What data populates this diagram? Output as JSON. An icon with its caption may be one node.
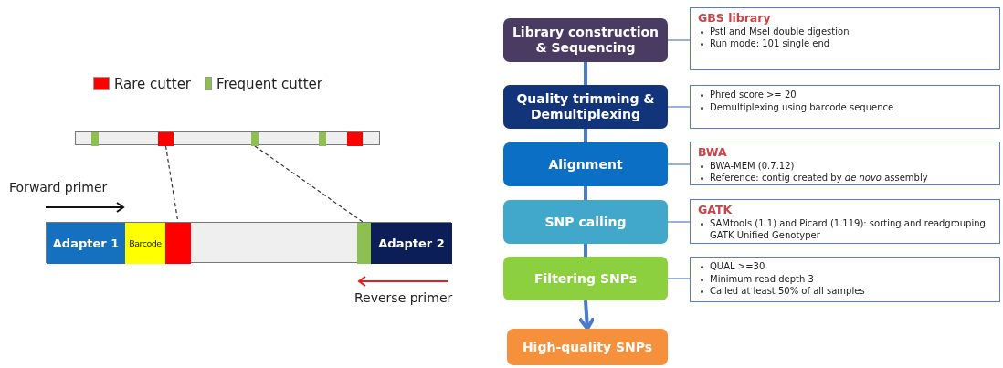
{
  "diagram": {
    "nodes": [
      {
        "text": [],
        "shape": "bar"
      },
      {
        "text": [],
        "shape": "box",
        "in": 0
      },
      {
        "text": [],
        "shape": "box",
        "in": 0
      },
      {
        "text": [],
        "shape": "box",
        "in": 0
      },
      {
        "text": [],
        "shape": "box",
        "in": 0
      },
      {
        "text": [],
        "shape": "box",
        "in": 0
      },
      {
        "text": [],
        "shape": "bar"
      },
      {
        "text": [
          "Adapter 1"
        ],
        "in": 6
      },
      {
        "text": [
          "Barcode"
        ],
        "in": 6
      },
      {
        "text": [],
        "shape": "box",
        "in": 6
      },
      {
        "text": [],
        "shape": "box",
        "in": 6
      },
      {
        "text": [
          "Adapter 2"
        ],
        "in": 6
      },
      {
        "text": [
          "Library construction & Sequencing"
        ]
      },
      {
        "text": [
          "GBS library",
          "PstI and MseI double digestion",
          "Run mode: 101 single end"
        ]
      },
      {
        "text": [
          "Quality trimming & Demultiplexing"
        ]
      },
      {
        "text": [
          "Phred score >= 20",
          "Demultiplexing using barcode sequence"
        ]
      },
      {
        "text": [
          "Alignment"
        ]
      },
      {
        "text": [
          "BWA",
          "BWA-MEM (0.7.12)",
          "Reference: contig created by *de novo* assembly"
        ]
      },
      {
        "text": [
          "SNP calling"
        ]
      },
      {
        "text": [
          "GATK",
          "SAMtools (1.1) and Picard (1.119): sorting and readgrouping",
          "GATK Unified Genotyper"
        ]
      },
      {
        "text": [
          "Filtering SNPs"
        ]
      },
      {
        "text": [
          "QUAL >=30",
          "Minimum read depth 3",
          "Called at least 50% of all samples"
        ]
      },
      {
        "text": [
          "High-quality SNPs"
        ]
      }
    ],
    "edges": [
      {
        "from": 2,
        "to": 9,
        "arrow": "none",
        "style": "dashed",
        "color": "#333333"
      },
      {
        "from": 3,
        "to": 10,
        "arrow": "none",
        "style": "dashed",
        "color": "#333333"
      },
      {
        "from": 12,
        "to": 14,
        "arrow": "none",
        "style": "thick"
      },
      {
        "from": 14,
        "to": 16,
        "arrow": "none",
        "style": "thick"
      },
      {
        "from": 16,
        "to": 18,
        "arrow": "none",
        "style": "thick"
      },
      {
        "from": 18,
        "to": 20,
        "arrow": "none",
        "style": "thick"
      },
      {
        "from": 20,
        "to": 22,
        "arrow": "to",
        "style": "thick"
      },
      {
        "from": 12,
        "to": 13,
        "arrow": "none"
      },
      {
        "from": 14,
        "to": 15,
        "arrow": "none"
      },
      {
        "from": 16,
        "to": 17,
        "arrow": "none"
      },
      {
        "from": 18,
        "to": 19,
        "arrow": "none"
      },
      {
        "from": 20,
        "to": 21,
        "arrow": "none"
      }
    ],
    "labels": [
      "Forward primer",
      "Reverse primer"
    ],
    "legend": [
      {
        "text": "Rare cutter",
        "color": "#ff0000"
      },
      {
        "text": "Frequent cutter",
        "color": "#8dc050"
      }
    ]
  }
}
